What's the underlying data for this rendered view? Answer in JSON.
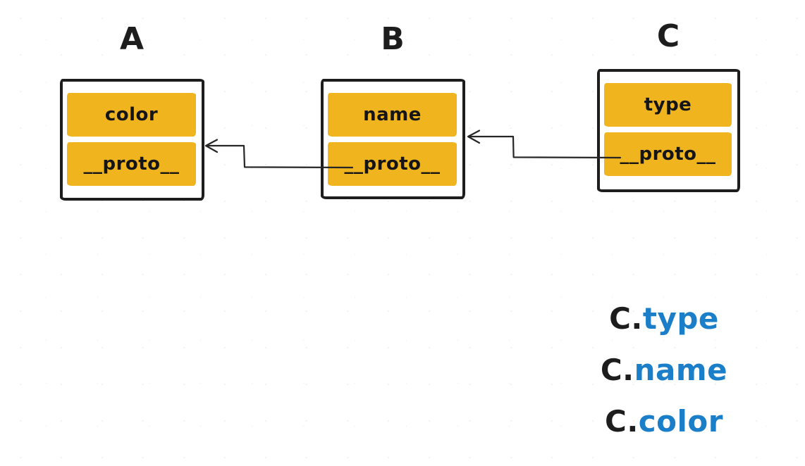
{
  "diagram": {
    "boxes": [
      {
        "id": "A",
        "label": "A",
        "rows": [
          {
            "label": "color"
          },
          {
            "label": "__proto__"
          }
        ]
      },
      {
        "id": "B",
        "label": "B",
        "rows": [
          {
            "label": "name"
          },
          {
            "label": "__proto__"
          }
        ]
      },
      {
        "id": "C",
        "label": "C",
        "rows": [
          {
            "label": "type"
          },
          {
            "label": "__proto__"
          }
        ]
      }
    ],
    "arrows": [
      {
        "from": "B.__proto__",
        "to": "A"
      },
      {
        "from": "C.__proto__",
        "to": "B"
      }
    ],
    "colors": {
      "row_fill": "#F0B41E",
      "ink": "#1d1d1d",
      "accent_blue": "#1B7EC8",
      "background": "#ffffff"
    }
  },
  "expressions": [
    {
      "base": "C.",
      "property": "type"
    },
    {
      "base": "C.",
      "property": "name"
    },
    {
      "base": "C.",
      "property": "color"
    }
  ]
}
